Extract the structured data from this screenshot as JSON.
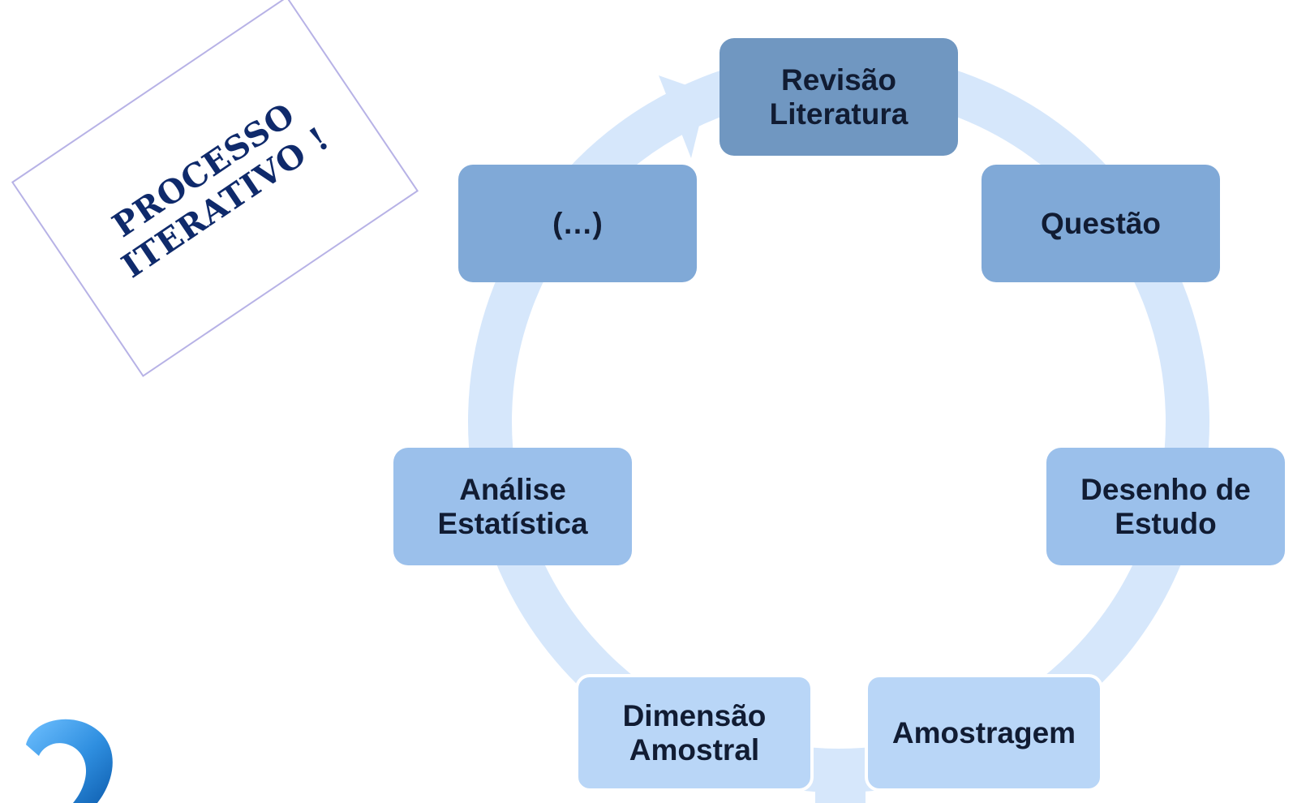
{
  "stamp": {
    "line1": "PROCESSO",
    "line2": "ITERATIVO !"
  },
  "cycle": {
    "nodes": [
      {
        "id": "revisao",
        "label": "Revisão\nLiteratura",
        "color": "#7097c1"
      },
      {
        "id": "questao",
        "label": "Questão",
        "color": "#80a9d7"
      },
      {
        "id": "desenho",
        "label": "Desenho de\nEstudo",
        "color": "#9bc0eb"
      },
      {
        "id": "amostragem",
        "label": "Amostragem",
        "color": "#b9d6f7"
      },
      {
        "id": "dimensao",
        "label": "Dimensão\nAmostral",
        "color": "#b9d6f7"
      },
      {
        "id": "analise",
        "label": "Análise\nEstatística",
        "color": "#9bc0eb"
      },
      {
        "id": "ellipsis",
        "label": "(…)",
        "color": "#80a9d7"
      }
    ],
    "ring_color": "#d6e7fb",
    "text_color": "#111c33"
  },
  "colors": {
    "stamp_border": "#b7b2e6",
    "stamp_text": "#0f2a6b",
    "logo": "#2f8fe0"
  },
  "icons": {
    "logo": "blue-hook-logo-icon"
  }
}
